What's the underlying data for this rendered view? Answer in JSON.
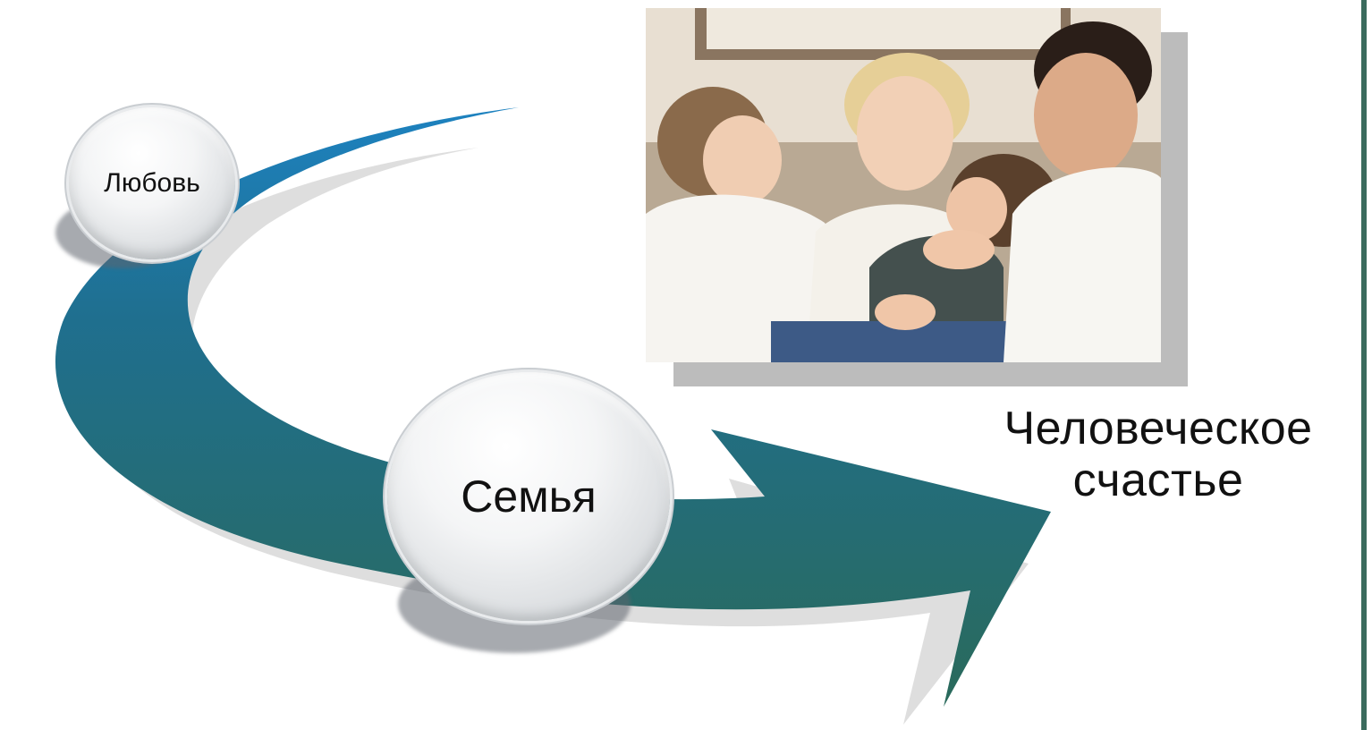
{
  "diagram": {
    "labels": {
      "love": "Любовь",
      "family": "Семья",
      "result_line1": "Человеческое",
      "result_line2": "счастье"
    },
    "colors": {
      "arrow_top": "#1f7fb8",
      "arrow_bottom": "#2b6b5f",
      "shadow": "#dcdcdc",
      "border": "#3a6b5d"
    },
    "photo": {
      "icon": "family-photo"
    }
  }
}
